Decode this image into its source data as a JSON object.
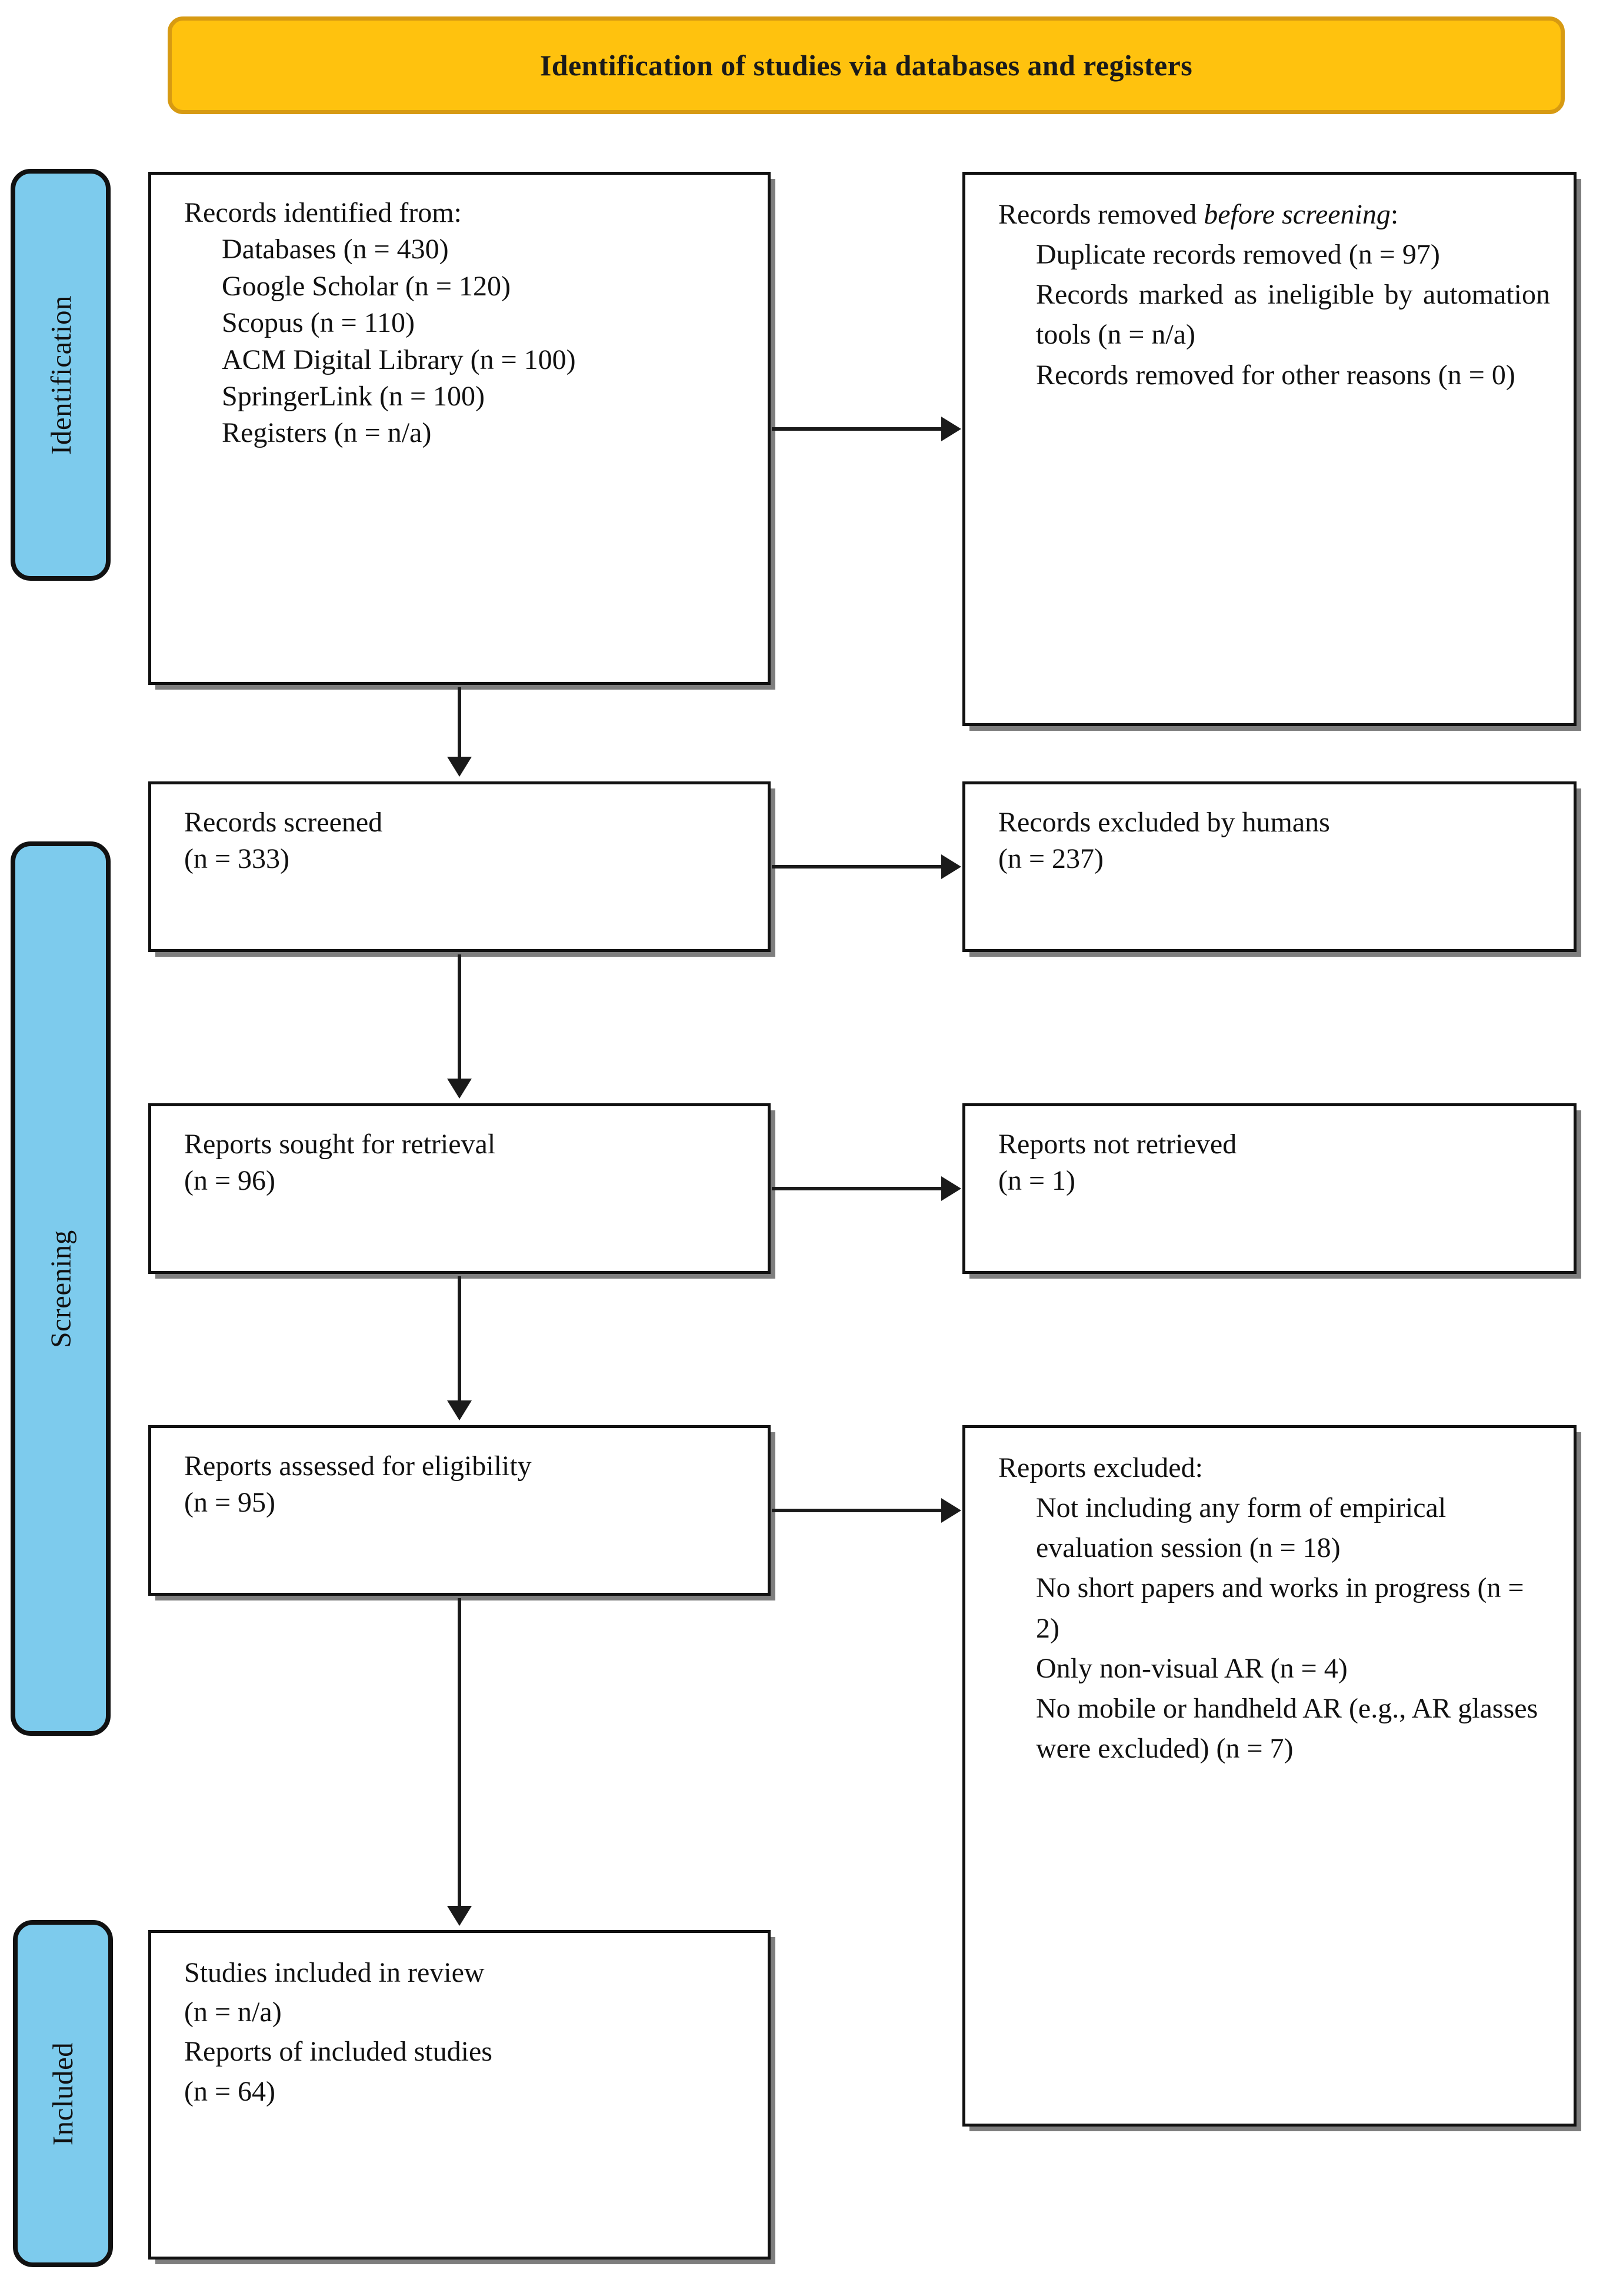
{
  "header": {
    "title": "Identification of studies via databases and registers",
    "background_color": "#FFC20E",
    "border_color": "#D79A12"
  },
  "stages": {
    "accent_color": "#7DCBED",
    "identification_label": "Identification",
    "screening_label": "Screening",
    "included_label": "Included"
  },
  "boxes": {
    "identified": {
      "title": "Records identified from:",
      "items": [
        "Databases (n = 430)",
        "Google Scholar (n = 120)",
        "Scopus (n = 110)",
        "ACM Digital Library (n = 100)",
        "SpringerLink (n = 100)",
        "Registers (n = n/a)"
      ]
    },
    "removed_before_screening": {
      "title_prefix": "Records removed ",
      "title_em": "before screening",
      "title_suffix": ":",
      "items": [
        "Duplicate records removed (n = 97)",
        "Records marked as ineligible by automation tools (n = n/a)",
        "Records removed for other reasons (n = 0)"
      ]
    },
    "screened": {
      "line1": "Records screened",
      "line2": "(n = 333)"
    },
    "excluded_by_humans": {
      "line1": "Records excluded by humans",
      "line2": "(n = 237)"
    },
    "sought_for_retrieval": {
      "line1": "Reports sought for retrieval",
      "line2": "(n = 96)"
    },
    "not_retrieved": {
      "line1": "Reports not retrieved",
      "line2": "(n = 1)"
    },
    "assessed_for_eligibility": {
      "line1": "Reports assessed for eligibility",
      "line2": "(n = 95)"
    },
    "reports_excluded": {
      "title": "Reports excluded:",
      "items": [
        "Not including any form of empirical evaluation session (n = 18)",
        "No short papers and works in progress (n = 2)",
        "Only non-visual AR (n = 4)",
        "No mobile or handheld AR (e.g., AR glasses were excluded) (n = 7)"
      ]
    },
    "included_in_review": {
      "line1": "Studies included in review",
      "line2": "(n = n/a)",
      "line3": "Reports of included studies",
      "line4": "(n = 64)"
    }
  },
  "chart_data": {
    "type": "table",
    "title": "Identification of studies via databases and registers",
    "flow": [
      {
        "stage": "Identification",
        "node": "Records identified from databases",
        "n": 430
      },
      {
        "stage": "Identification",
        "node": "Records identified from Google Scholar",
        "n": 120
      },
      {
        "stage": "Identification",
        "node": "Records identified from Scopus",
        "n": 110
      },
      {
        "stage": "Identification",
        "node": "Records identified from ACM Digital Library",
        "n": 100
      },
      {
        "stage": "Identification",
        "node": "Records identified from SpringerLink",
        "n": 100
      },
      {
        "stage": "Identification",
        "node": "Records identified from Registers",
        "n": "n/a"
      },
      {
        "stage": "Identification",
        "node": "Duplicate records removed",
        "n": 97
      },
      {
        "stage": "Identification",
        "node": "Records marked as ineligible by automation tools",
        "n": "n/a"
      },
      {
        "stage": "Identification",
        "node": "Records removed for other reasons",
        "n": 0
      },
      {
        "stage": "Screening",
        "node": "Records screened",
        "n": 333
      },
      {
        "stage": "Screening",
        "node": "Records excluded by humans",
        "n": 237
      },
      {
        "stage": "Screening",
        "node": "Reports sought for retrieval",
        "n": 96
      },
      {
        "stage": "Screening",
        "node": "Reports not retrieved",
        "n": 1
      },
      {
        "stage": "Screening",
        "node": "Reports assessed for eligibility",
        "n": 95
      },
      {
        "stage": "Screening",
        "node": "Excluded: not including any form of empirical evaluation session",
        "n": 18
      },
      {
        "stage": "Screening",
        "node": "Excluded: no short papers and works in progress",
        "n": 2
      },
      {
        "stage": "Screening",
        "node": "Excluded: only non-visual AR",
        "n": 4
      },
      {
        "stage": "Screening",
        "node": "Excluded: no mobile or handheld AR (e.g., AR glasses were excluded)",
        "n": 7
      },
      {
        "stage": "Included",
        "node": "Studies included in review",
        "n": "n/a"
      },
      {
        "stage": "Included",
        "node": "Reports of included studies",
        "n": 64
      }
    ]
  }
}
